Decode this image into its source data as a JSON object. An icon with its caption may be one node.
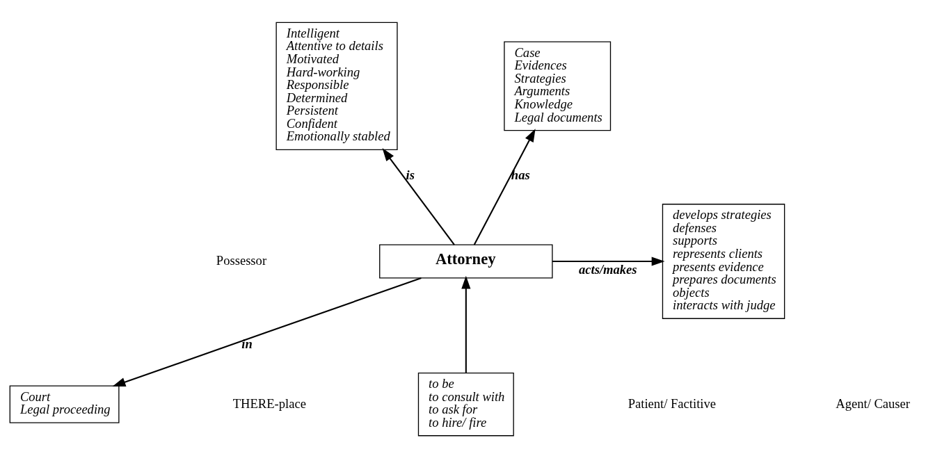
{
  "diagram": {
    "nodes": [
      {
        "text": [
          "Attorney"
        ]
      },
      {
        "text": [
          "Intelligent",
          "Attentive to details",
          "Motivated",
          "Hard-working",
          "Responsible",
          "Determined",
          "Persistent",
          "Confident",
          "Emotionally stabled"
        ]
      },
      {
        "text": [
          "Case",
          "Evidences",
          "Strategies",
          "Arguments",
          "Knowledge",
          "Legal documents"
        ]
      },
      {
        "text": [
          "develops strategies",
          "defenses",
          "supports",
          "represents clients",
          "presents evidence",
          "prepares documents",
          "objects",
          "interacts with judge"
        ]
      },
      {
        "text": [
          "Court",
          "Legal proceeding"
        ]
      },
      {
        "text": [
          "to be",
          "to consult with",
          "to ask for",
          "to hire/ fire"
        ]
      }
    ],
    "edges": [
      {
        "from": 0,
        "to": 1,
        "arrow": "to",
        "label": "is"
      },
      {
        "from": 0,
        "to": 2,
        "arrow": "to",
        "label": "has"
      },
      {
        "from": 0,
        "to": 3,
        "arrow": "to",
        "label": "acts/makes"
      },
      {
        "from": 0,
        "to": 4,
        "arrow": "to",
        "label": "in"
      },
      {
        "from": 5,
        "to": 0,
        "arrow": "to"
      }
    ],
    "labels": [
      "Possessor",
      "Agent/ Causer",
      "THERE-place",
      "Patient/ Factitive"
    ]
  }
}
